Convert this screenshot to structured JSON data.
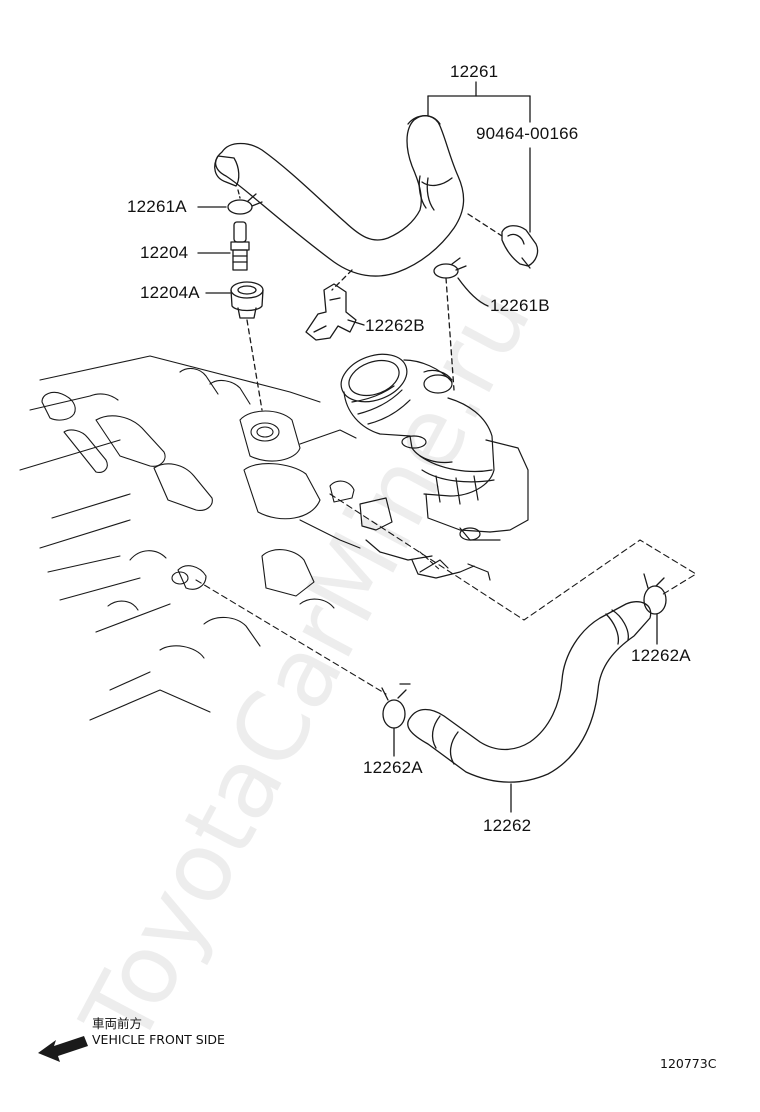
{
  "callouts": {
    "c12261": "12261",
    "c90464": "90464-00166",
    "c12261A": "12261A",
    "c12204": "12204",
    "c12204A": "12204A",
    "c12262B": "12262B",
    "c12261B": "12261B",
    "c12262A_right": "12262A",
    "c12262A_left": "12262A",
    "c12262": "12262"
  },
  "direction": {
    "jp_label": "車両前方",
    "en_label": "VEHICLE FRONT SIDE",
    "arrow_icon": "arrow-left-icon"
  },
  "figure_id": "120773C",
  "watermark": "ToyotaCarMine.ru",
  "colors": {
    "line": "#1a1a1a",
    "watermark": "#e8e8e8"
  }
}
